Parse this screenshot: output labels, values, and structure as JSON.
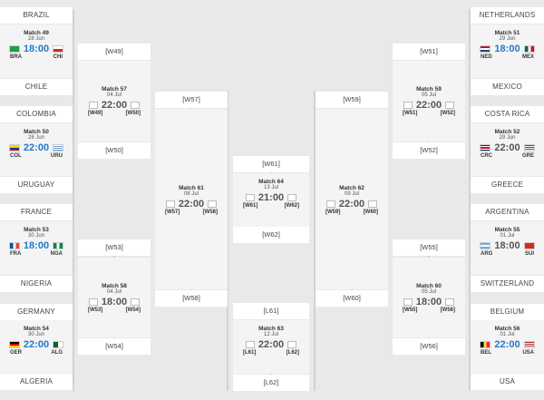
{
  "teams": {
    "brazil": "BRAZIL",
    "chile": "CHILE",
    "colombia": "COLOMBIA",
    "uruguay": "URUGUAY",
    "france": "FRANCE",
    "nigeria": "NIGERIA",
    "germany": "GERMANY",
    "algeria": "ALGERIA",
    "netherlands": "NETHERLANDS",
    "mexico": "MEXICO",
    "costa_rica": "COSTA RICA",
    "greece": "GREECE",
    "argentina": "ARGENTINA",
    "switzerland": "SWITZERLAND",
    "belgium": "BELGIUM",
    "usa": "USA"
  },
  "matches": {
    "m49": {
      "title": "Match 49",
      "date": "28 Jun",
      "time": "18:00",
      "home": "BRA",
      "away": "CHI"
    },
    "m50": {
      "title": "Match 50",
      "date": "28 Jun",
      "time": "22:00",
      "home": "COL",
      "away": "URU"
    },
    "m53": {
      "title": "Match 53",
      "date": "30 Jun",
      "time": "18:00",
      "home": "FRA",
      "away": "NGA"
    },
    "m54": {
      "title": "Match 54",
      "date": "30 Jun",
      "time": "22:00",
      "home": "GER",
      "away": "ALG"
    },
    "m51": {
      "title": "Match 51",
      "date": "29 Jun",
      "time": "18:00",
      "home": "NED",
      "away": "MEX"
    },
    "m52": {
      "title": "Match 52",
      "date": "29 Jun",
      "time": "22:00",
      "home": "CRC",
      "away": "GRE"
    },
    "m55": {
      "title": "Match 55",
      "date": "01 Jul",
      "time": "18:00",
      "home": "ARG",
      "away": "SUI"
    },
    "m56": {
      "title": "Match 56",
      "date": "01 Jul",
      "time": "22:00",
      "home": "BEL",
      "away": "USA"
    },
    "m57": {
      "title": "Match 57",
      "date": "04 Jul",
      "time": "22:00",
      "home": "[W49]",
      "away": "[W50]"
    },
    "m58": {
      "title": "Match 58",
      "date": "04 Jul",
      "time": "18:00",
      "home": "[W53]",
      "away": "[W54]"
    },
    "m59": {
      "title": "Match 59",
      "date": "05 Jul",
      "time": "22:00",
      "home": "[W51]",
      "away": "[W52]"
    },
    "m60": {
      "title": "Match 60",
      "date": "05 Jul",
      "time": "18:00",
      "home": "[W55]",
      "away": "[W56]"
    },
    "m61": {
      "title": "Match 61",
      "date": "08 Jul",
      "time": "22:00",
      "home": "[W57]",
      "away": "[W58]"
    },
    "m62": {
      "title": "Match 62",
      "date": "09 Jul",
      "time": "22:00",
      "home": "[W59]",
      "away": "[W60]"
    },
    "m63": {
      "title": "Match 63",
      "date": "12 Jul",
      "time": "22:00",
      "home": "[L61]",
      "away": "[L62]"
    },
    "m64": {
      "title": "Match 64",
      "date": "13 Jul",
      "time": "21:00",
      "home": "[W61]",
      "away": "[W62]"
    }
  },
  "placeholders": {
    "w49": "[W49]",
    "w50": "[W50]",
    "w53": "[W53]",
    "w54": "[W54]",
    "w51": "[W51]",
    "w52": "[W52]",
    "w55": "[W55]",
    "w56": "[W56]",
    "w57": "[W57]",
    "w58": "[W58]",
    "w59": "[W59]",
    "w60": "[W60]",
    "w61": "[W61]",
    "w62": "[W62]",
    "l61": "[L61]",
    "l62": "[L62]"
  },
  "colors": {
    "time_blue": "#1f7ad0",
    "time_grey": "#555555",
    "line": "#b9b9b9"
  }
}
